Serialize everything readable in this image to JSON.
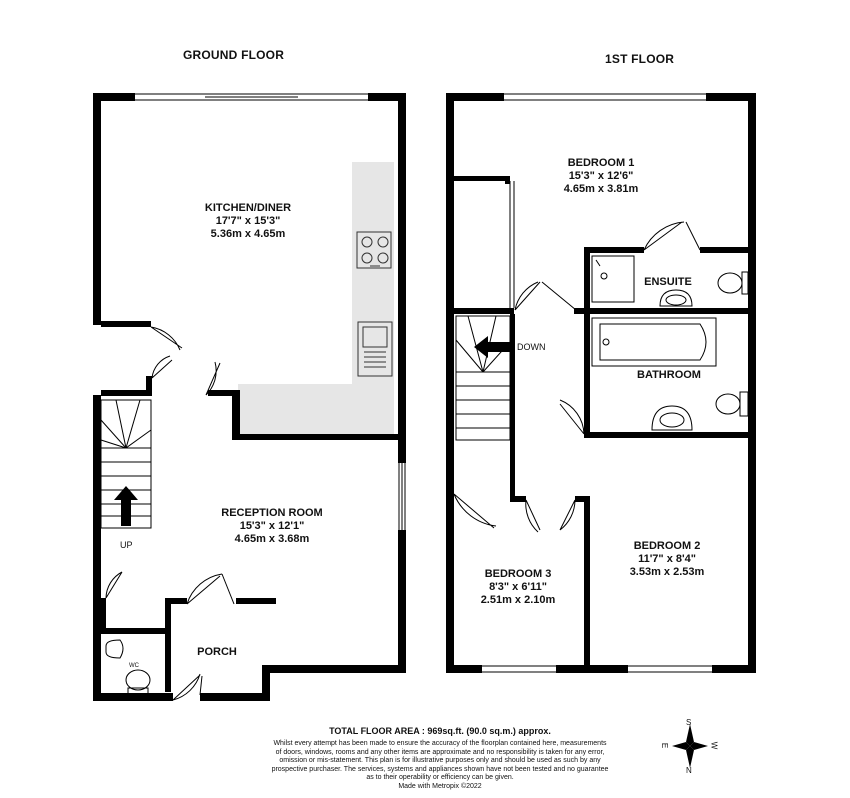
{
  "floors": {
    "ground": {
      "title": "GROUND FLOOR",
      "kitchen": {
        "name": "KITCHEN/DINER",
        "imperial": "17'7\"  x 15'3\"",
        "metric": "5.36m  x 4.65m"
      },
      "reception": {
        "name": "RECEPTION ROOM",
        "imperial": "15'3\"  x 12'1\"",
        "metric": "4.65m  x 3.68m"
      },
      "porch": {
        "name": "PORCH"
      },
      "wc": {
        "name": "WC"
      },
      "stairs_label": "UP"
    },
    "first": {
      "title": "1ST FLOOR",
      "bedroom1": {
        "name": "BEDROOM 1",
        "imperial": "15'3\"  x 12'6\"",
        "metric": "4.65m  x 3.81m"
      },
      "ensuite": {
        "name": "ENSUITE"
      },
      "bathroom": {
        "name": "BATHROOM"
      },
      "bedroom2": {
        "name": "BEDROOM 2",
        "imperial": "11'7\"  x 8'4\"",
        "metric": "3.53m  x 2.53m"
      },
      "bedroom3": {
        "name": "BEDROOM 3",
        "imperial": "8'3\"  x 6'11\"",
        "metric": "2.51m  x 2.10m"
      },
      "stairs_label": "DOWN"
    }
  },
  "footer": {
    "total_area": "TOTAL FLOOR AREA : 969sq.ft. (90.0 sq.m.) approx.",
    "disclaimer": [
      "Whilst every attempt has been made to ensure the accuracy of the floorplan contained here, measurements",
      "of doors, windows, rooms and any other items are approximate and no responsibility is taken for any error,",
      "omission or mis-statement. This plan is for illustrative purposes only and should be used as such by any",
      "prospective purchaser. The services, systems and appliances shown have not been tested and no guarantee",
      "as to their operability or efficiency can be given.",
      "Made with Metropix ©2022"
    ]
  },
  "compass": {
    "n": "N",
    "s": "S",
    "e": "E",
    "w": "W"
  },
  "colors": {
    "wall": "#000000",
    "counter": "#e6e6e6",
    "window": "#ffffff"
  }
}
